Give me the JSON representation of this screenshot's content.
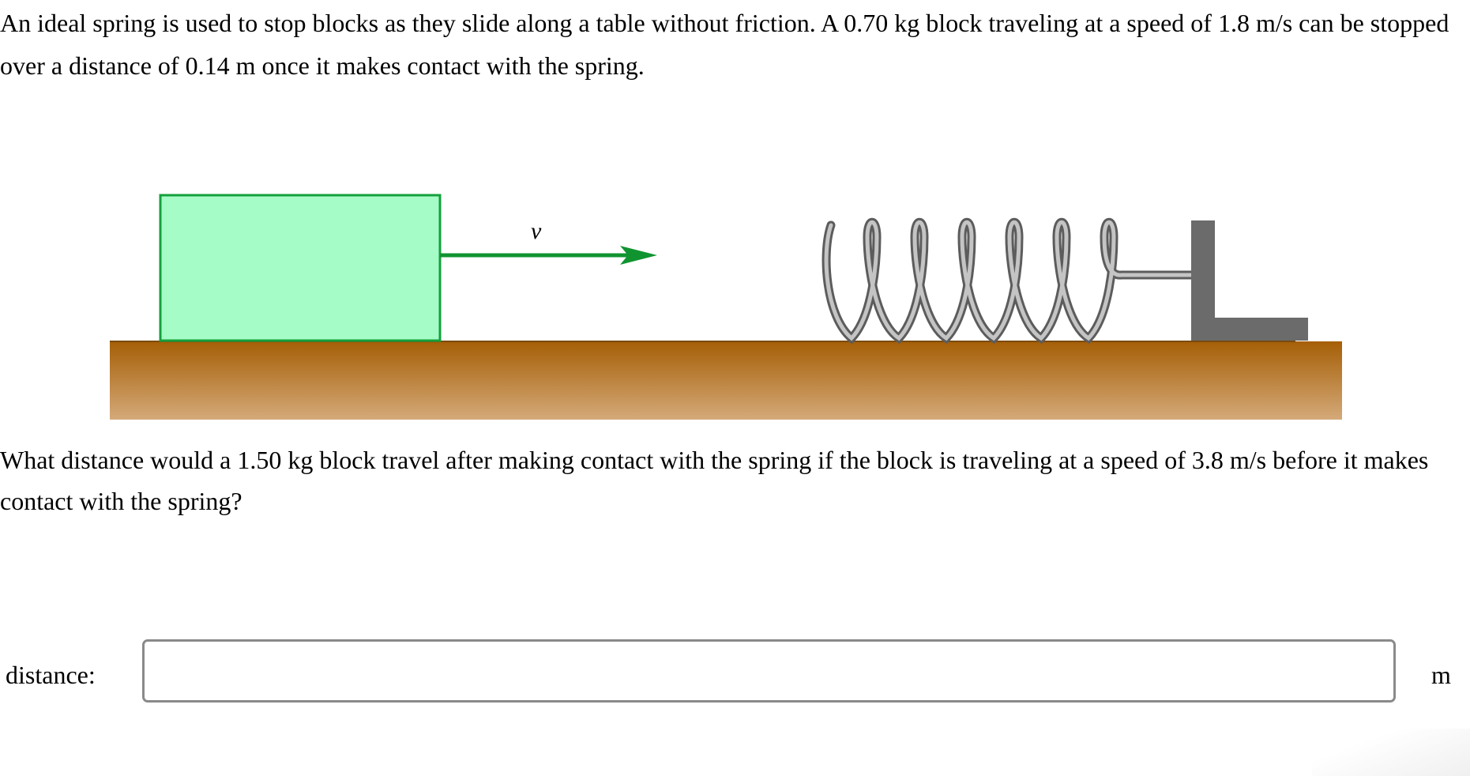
{
  "problem": {
    "intro": "An ideal spring is used to stop blocks as they slide along a table without friction. A 0.70 kg block traveling at a speed of 1.8 m/s can be stopped over a distance of 0.14 m once it makes contact with the spring.",
    "question": "What distance would a 1.50 kg block travel after making contact with the spring if the block is traveling at a speed of 3.8 m/s before it makes contact with the spring?"
  },
  "figure": {
    "velocity_label": "v",
    "colors": {
      "block_fill": "#a6fcc6",
      "block_stroke": "#14a03c",
      "arrow": "#109430",
      "table_top": "#a55f06",
      "table_bottom": "#d4a979",
      "spring": "#8c8c8c",
      "wall": "#6b6b6b"
    }
  },
  "answer": {
    "label": "distance:",
    "value": "",
    "placeholder": "",
    "unit": "m"
  }
}
